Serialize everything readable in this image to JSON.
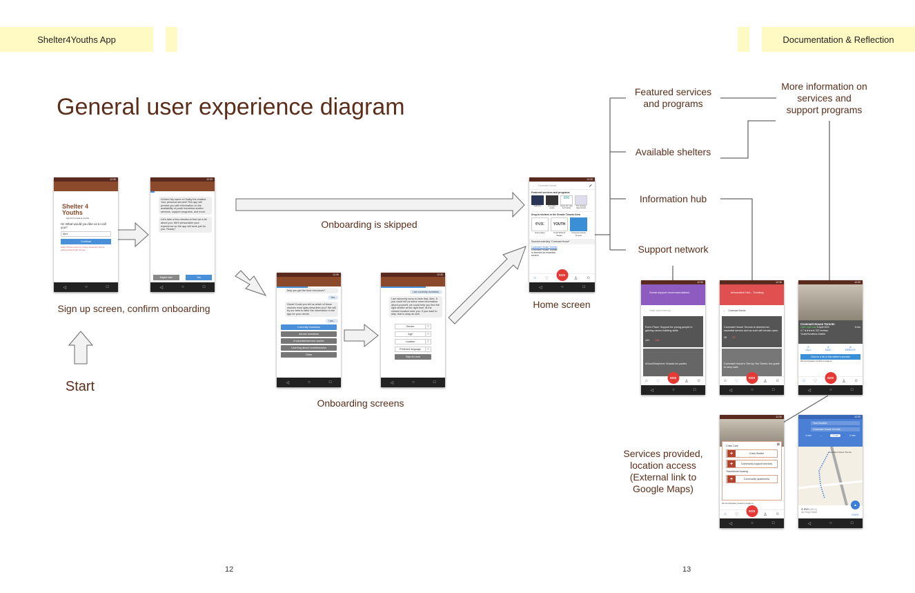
{
  "header": {
    "left_tab": "Shelter4Youths App",
    "right_tab": "Documentation & Reflection"
  },
  "title": "General user experience diagram",
  "labels": {
    "signup": "Sign up screen, confirm onboarding",
    "start": "Start",
    "skipped": "Onboarding is skipped",
    "onboarding": "Onboarding screens",
    "home": "Home screen",
    "featured": "Featured services and programs",
    "shelters": "Available shelters",
    "hub": "Information hub",
    "support": "Support network",
    "more_info": "More information on services and support programs",
    "services": "Services provided, location access (External link to Google Maps)"
  },
  "page_numbers": {
    "left": "12",
    "right": "13"
  },
  "status_time": "12:30",
  "signup": {
    "logo": "Shelter 4 Youths",
    "tagline": "App for homeless youths",
    "question": "Hi! What would you like us to call you?",
    "name_value": "Alex",
    "continue": "Continue",
    "privacy": "Hello! Please read our privacy statement before getting started with the app."
  },
  "chat": {
    "msg1": "Hi Alex! My name is Chatty the chatbot. Your personal servant! This app will provide you with information on the availability of youth homeless shelter services, support programs, and more.",
    "msg2": "Let's take a few minutes to find out a bit about you. We'll personalize your experience so the app will work just for you. Ready?",
    "later": "Maybe later",
    "yes": "Yes"
  },
  "onboard1": {
    "msg0": "help you get the best resources?",
    "yes": "Yes.",
    "msg": "Great! Could you tell us which of these choices most aptly describes you? We will try our best to tailor the information in the app for your needs.",
    "iam": "I am...",
    "options": [
      "Currently homeless",
      "Almost homeless",
      "A volunteer/service worker",
      "Learning about homelessness",
      "Other"
    ],
    "accent": "#4a90d9"
  },
  "onboard2": {
    "reply": "I am currently homeless.",
    "msg": "I am sincerely sorry to hear that, Alex. If you could tell us some more information about yourself, we could help you find the right shelter at the right time, at the closest location near you. If you want to skip, that is okay as well.",
    "fields": [
      "Gender",
      "Age",
      "Location",
      "Preferred language"
    ],
    "skip": "Skip for now"
  },
  "home": {
    "search": "Covenant House",
    "featured_heading": "Featured services and programs",
    "featured": [
      "Nightstop",
      "Homeless Artists",
      "Never Too Late For Family",
      "The Housing Help Centre"
    ],
    "shelters_heading": "Drop-in shelters in the Greater Toronto Area",
    "shelters": [
      "Eva's place",
      "Youth Without Shelter",
      "Covenant House Toronto"
    ],
    "sources": "Sources matching \"Covenant House\"",
    "result_title": "Covenant House Toronto",
    "result_text": "Covenant House Toronto is deemed an essential service",
    "sos": "SOS"
  },
  "support_screen": {
    "title": "Social support recommendations",
    "search": "Enter search term(s)",
    "card1": "Eva's Place: Support for young people in gaining career-building skills",
    "card1_comments": "121",
    "card1_likes": "340",
    "card2": "#GoodShepherd: Snacks for youths",
    "color": "#8e5bc0"
  },
  "hub_screen": {
    "title": "Information Hub - Trending",
    "search": "Covenant House",
    "card1": "Covenant House Toronto is deemed an essential service and as such will remain open.",
    "card1_comments": "25",
    "card1_likes": "91",
    "card2": "Covenant House's Tier-by-Tier Series: the guide to keep safe",
    "color": "#e05050"
  },
  "detail_screen": {
    "name": "Covenant House Toronto",
    "open": "Open right now",
    "date": "5 April 2021",
    "rating": "4.7 ★★★★★ 337 reviews",
    "type": "Youth/Homeless Shelter",
    "distance": "6 min",
    "call": "CALL",
    "save": "SAVE",
    "website": "WEBSITE",
    "services_btn": "Click for a list of this shelter's services",
    "attribution": "API and information provided by Google.ca"
  },
  "services_screen": {
    "crisis": "Crisis Care",
    "items1": [
      "Crisis Shelter",
      "Community support services"
    ],
    "transitional": "Transitional housing",
    "items2": [
      "Community apartments"
    ],
    "attribution": "API and information provided by Google.ca"
  },
  "map_screen": {
    "from": "Your location",
    "to": "Covenant House Toronto",
    "modes": [
      "4 min",
      "–",
      "3 min",
      "4 min"
    ],
    "dest_pin": "Covenant House Toronto",
    "eta": "4 min",
    "distance": "(220 m)",
    "via": "via Yonge Street",
    "start": "START",
    "accent": "#4a7fd6"
  }
}
